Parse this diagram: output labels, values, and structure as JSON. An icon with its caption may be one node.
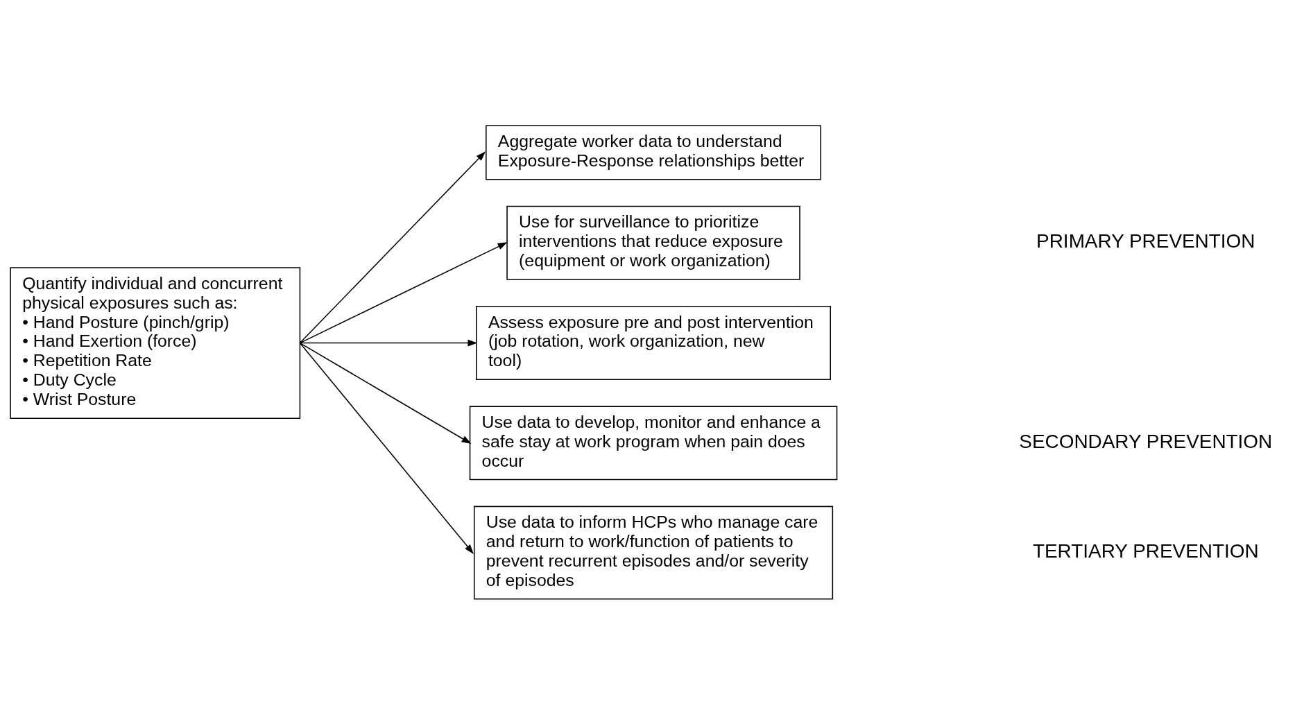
{
  "diagram": {
    "nodes": [
      {
        "text": [
          "Quantify individual and concurrent physical exposures such as:",
          "• Hand Posture (pinch/grip)",
          "• Hand Exertion (force)",
          "• Repetition Rate",
          "• Duty Cycle",
          "• Wrist Posture"
        ]
      },
      {
        "text": [
          "Aggregate worker data to understand Exposure-Response relationships better"
        ]
      },
      {
        "text": [
          "Use for surveillance to prioritize interventions that reduce exposure (equipment or work organization)"
        ]
      },
      {
        "text": [
          "Assess exposure pre and post intervention (job rotation, work organization, new tool)"
        ]
      },
      {
        "text": [
          "Use data to develop, monitor and enhance a safe stay at work program when pain does occur"
        ]
      },
      {
        "text": [
          "Use data to inform HCPs who manage care and return to work/function of patients to prevent recurrent episodes and/or severity of episodes"
        ]
      }
    ],
    "edges": [
      {
        "from": 0,
        "to": 1,
        "arrow": "to"
      },
      {
        "from": 0,
        "to": 2,
        "arrow": "to"
      },
      {
        "from": 0,
        "to": 3,
        "arrow": "to"
      },
      {
        "from": 0,
        "to": 4,
        "arrow": "to"
      },
      {
        "from": 0,
        "to": 5,
        "arrow": "to"
      }
    ],
    "labels": [
      "PRIMARY PREVENTION",
      "SECONDARY PREVENTION",
      "TERTIARY PREVENTION"
    ]
  }
}
